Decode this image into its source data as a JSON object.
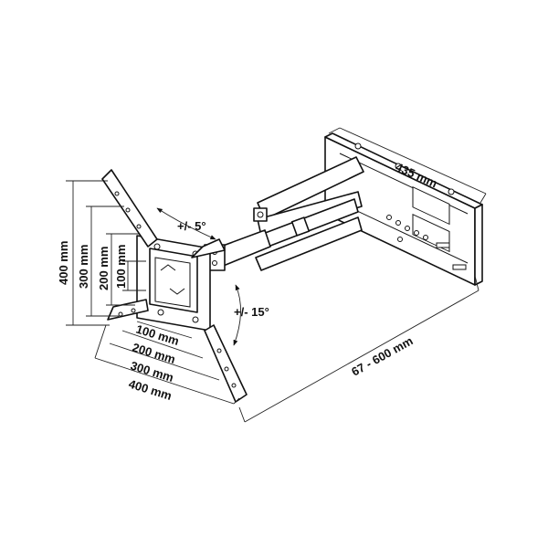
{
  "dimensions": {
    "wall_plate_width": "435 mm",
    "reach": "67 - 600 mm",
    "tilt": "+/- 15°",
    "swivel": "+/- 5°",
    "vertical": {
      "v400": "400 mm",
      "v300": "300 mm",
      "v200": "200 mm",
      "v100": "100 mm"
    },
    "horizontal": {
      "h100": "100 mm",
      "h200": "200 mm",
      "h300": "300 mm",
      "h400": "400 mm"
    }
  },
  "colors": {
    "line": "#111111",
    "background": "#ffffff"
  }
}
